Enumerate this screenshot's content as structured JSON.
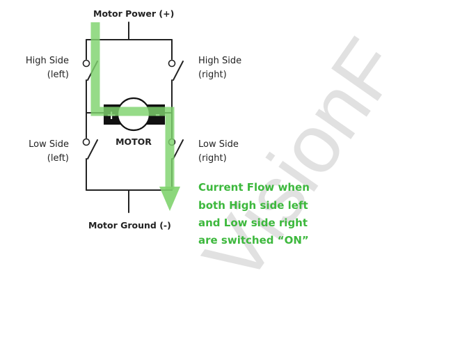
{
  "labels": {
    "motor_power": "Motor Power (+)",
    "motor_ground": "Motor Ground (-)",
    "high_side": "High Side",
    "left": "(left)",
    "right": "(right)",
    "low_side": "Low Side",
    "motor": "MOTOR",
    "plus": "+",
    "minus": "-"
  },
  "annotation": {
    "lines": [
      "Current Flow when",
      "both High side left",
      "and Low side right",
      "are switched “ON”"
    ]
  },
  "watermark": "VisionF",
  "colors": {
    "wire": "#222222",
    "flow": "#7fd36e",
    "annotation": "#3db83d",
    "watermark": "#dcdcdc",
    "motor_body": "#111111"
  }
}
